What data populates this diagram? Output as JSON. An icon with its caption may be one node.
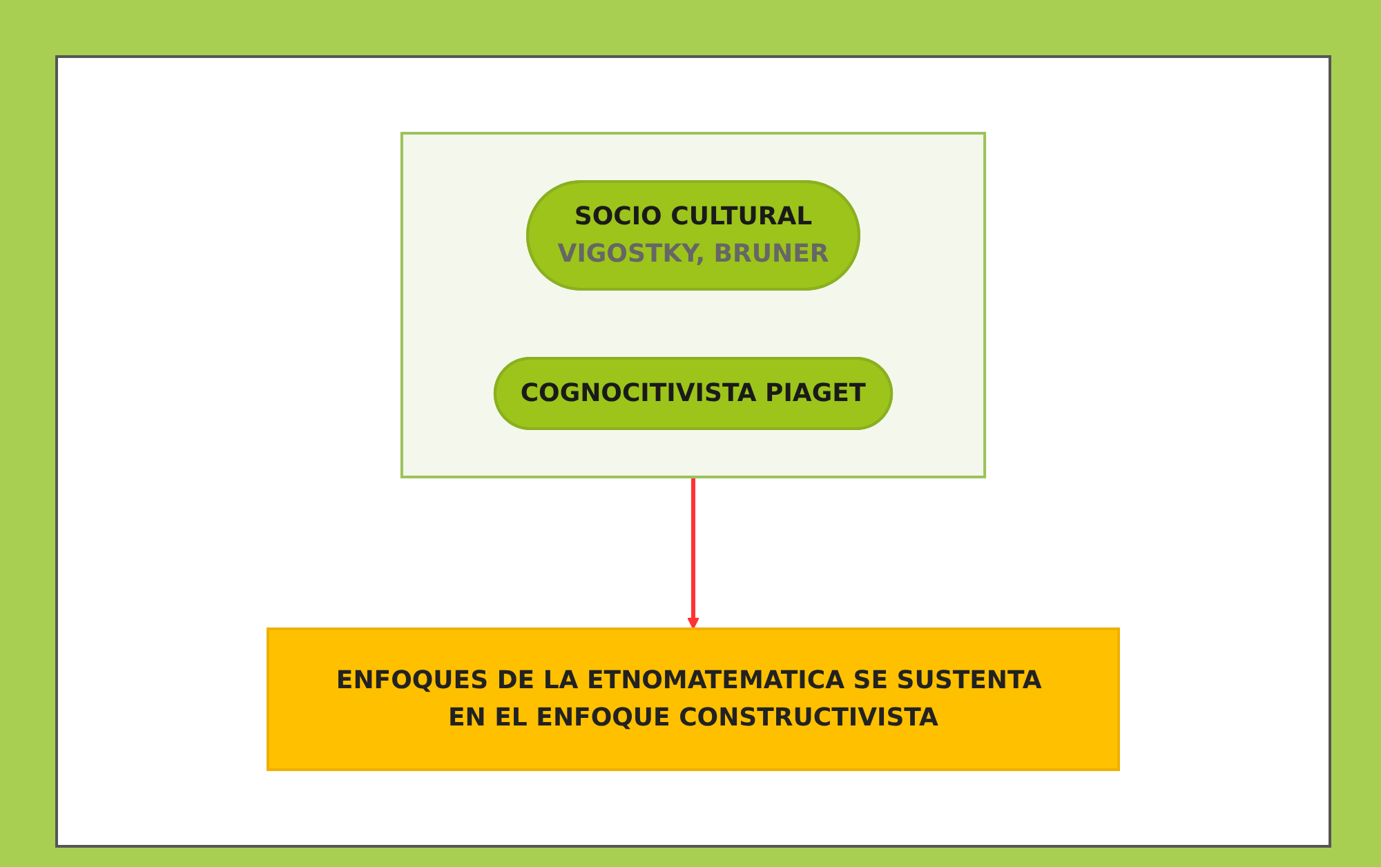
{
  "diagram": {
    "nodes": [
      {
        "text": [],
        "shape": "funnel"
      },
      {
        "text": [
          "SOCIO CULTURAL",
          "VIGOSTKY, BRUNER"
        ],
        "in": 0
      },
      {
        "text": [
          "COGNOCITIVISTA PIAGET"
        ],
        "in": 0
      },
      {
        "text": [
          "ENFOQUES DE LA ETNOMATEMATICA SE SUSTENTA EN EL ENFOQUE CONSTRUCTIVISTA"
        ]
      }
    ],
    "edges": [
      {
        "from": 0,
        "to": 3,
        "arrow": "to",
        "color": "#ff3333"
      }
    ]
  }
}
